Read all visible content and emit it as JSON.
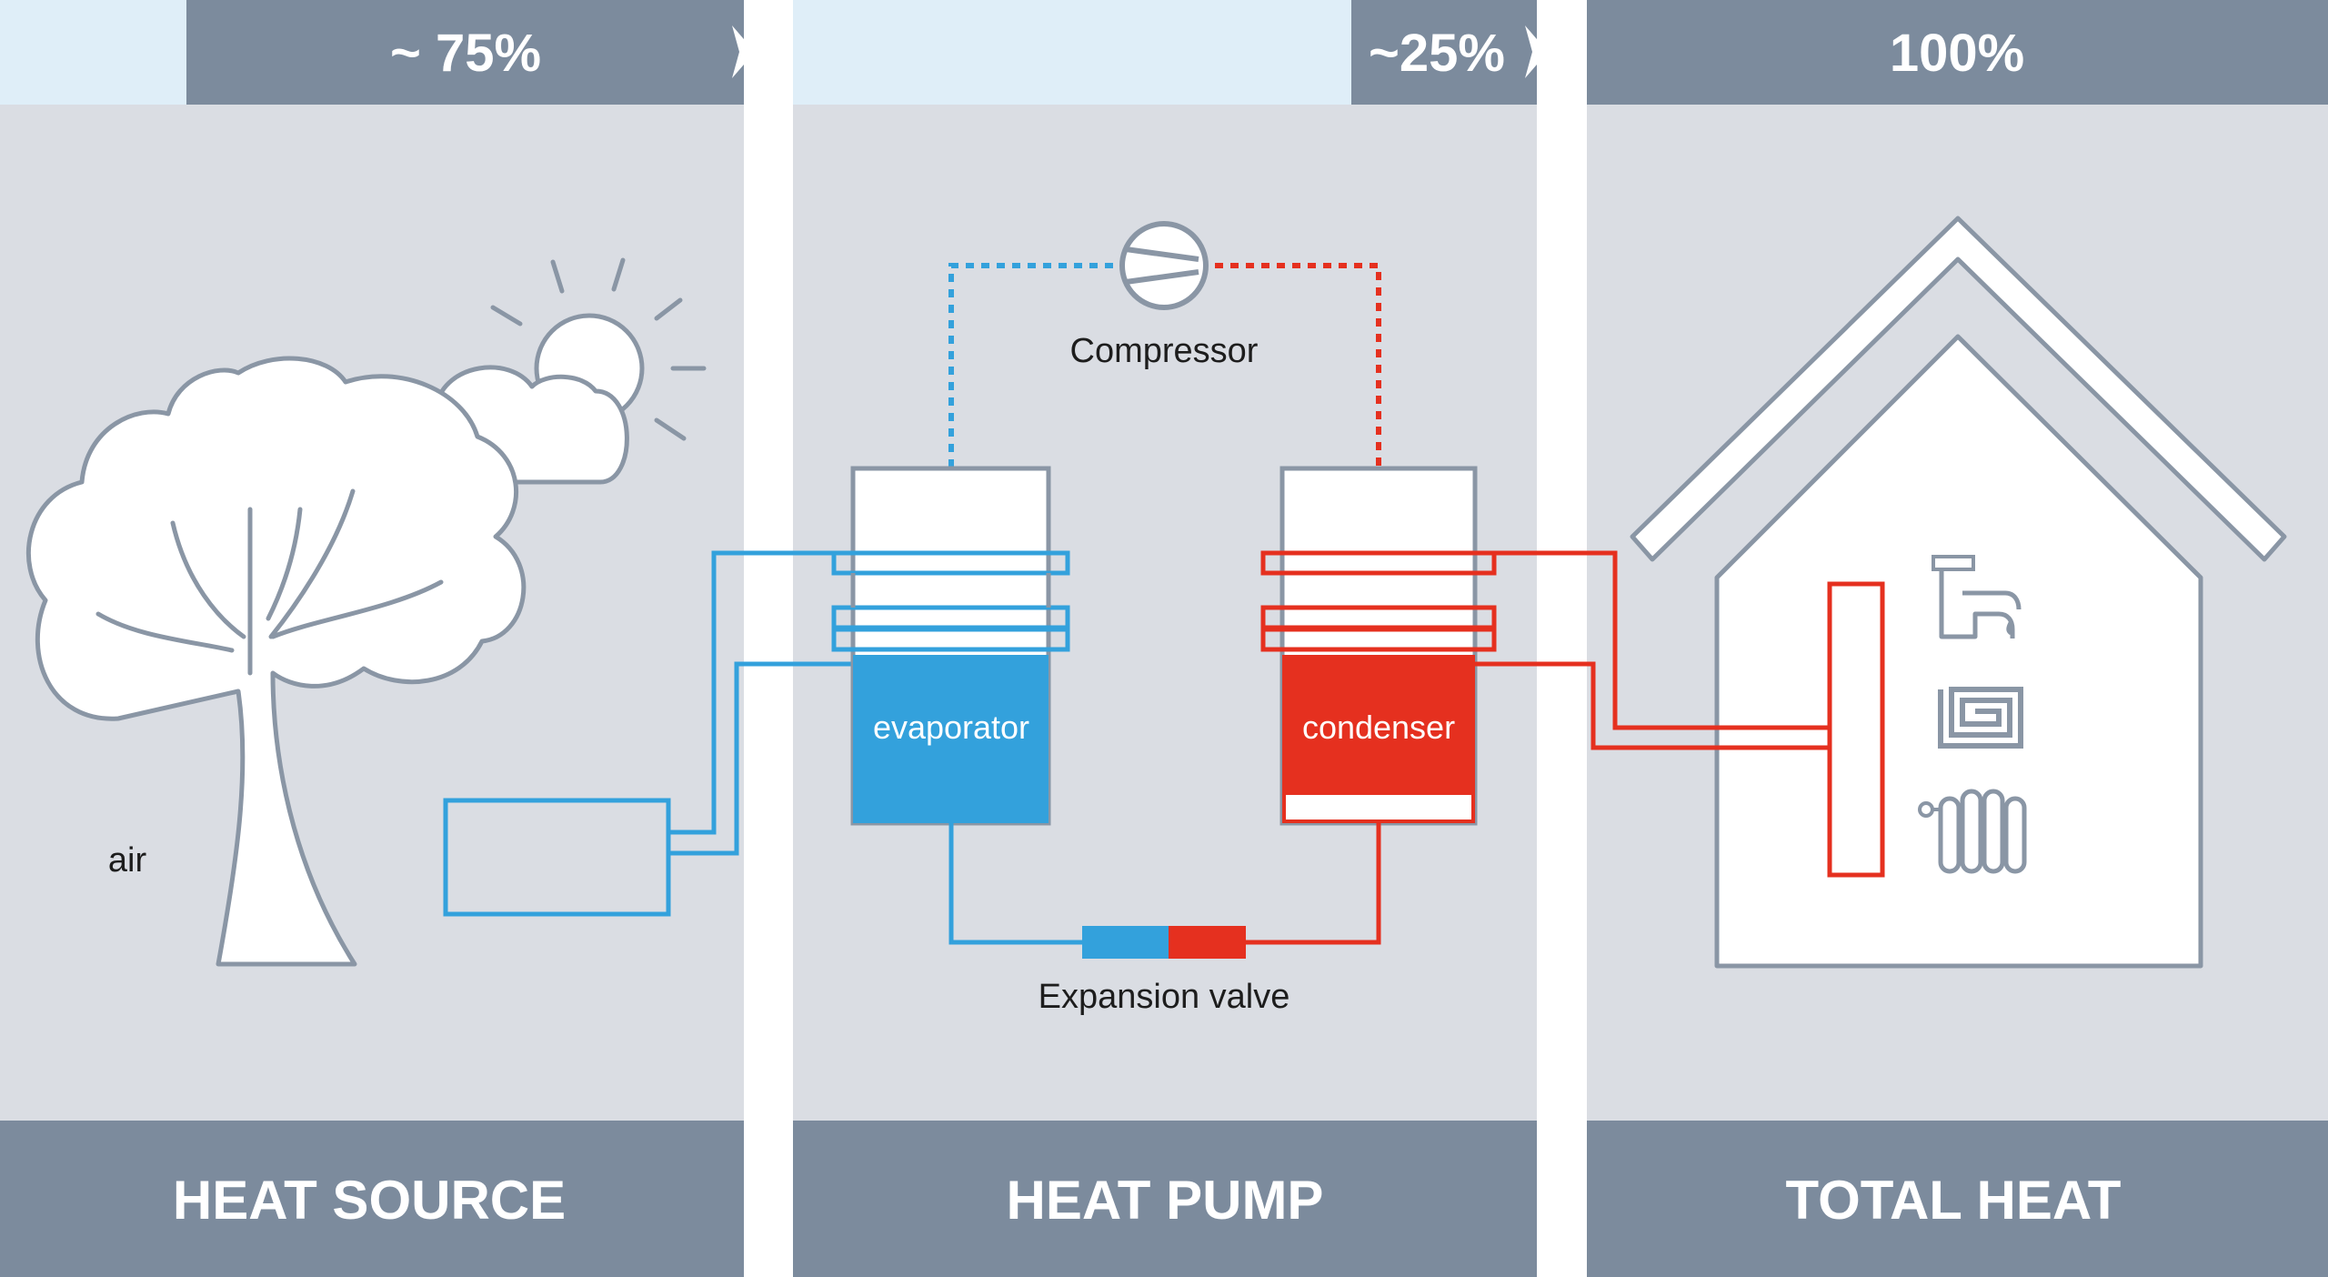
{
  "panels": {
    "source": {
      "title": "HEAT SOURCE",
      "share": "~ 75%"
    },
    "pump": {
      "title": "HEAT PUMP",
      "share": "~25%"
    },
    "total": {
      "title": "TOTAL HEAT",
      "share": "100%"
    }
  },
  "labels": {
    "air": "air",
    "compressor": "Compressor",
    "evaporator": "evaporator",
    "condenser": "condenser",
    "expansion_valve": "Expansion valve"
  },
  "colors": {
    "panel": "#dadde3",
    "band": "#7c8b9d",
    "cold": "#33a1dc",
    "hot": "#e5301f",
    "outline": "#8a96a5"
  },
  "icons": [
    "tree-icon",
    "sun-icon",
    "cloud-icon",
    "compressor-icon",
    "house-icon",
    "faucet-icon",
    "floor-heating-icon",
    "radiator-icon"
  ]
}
